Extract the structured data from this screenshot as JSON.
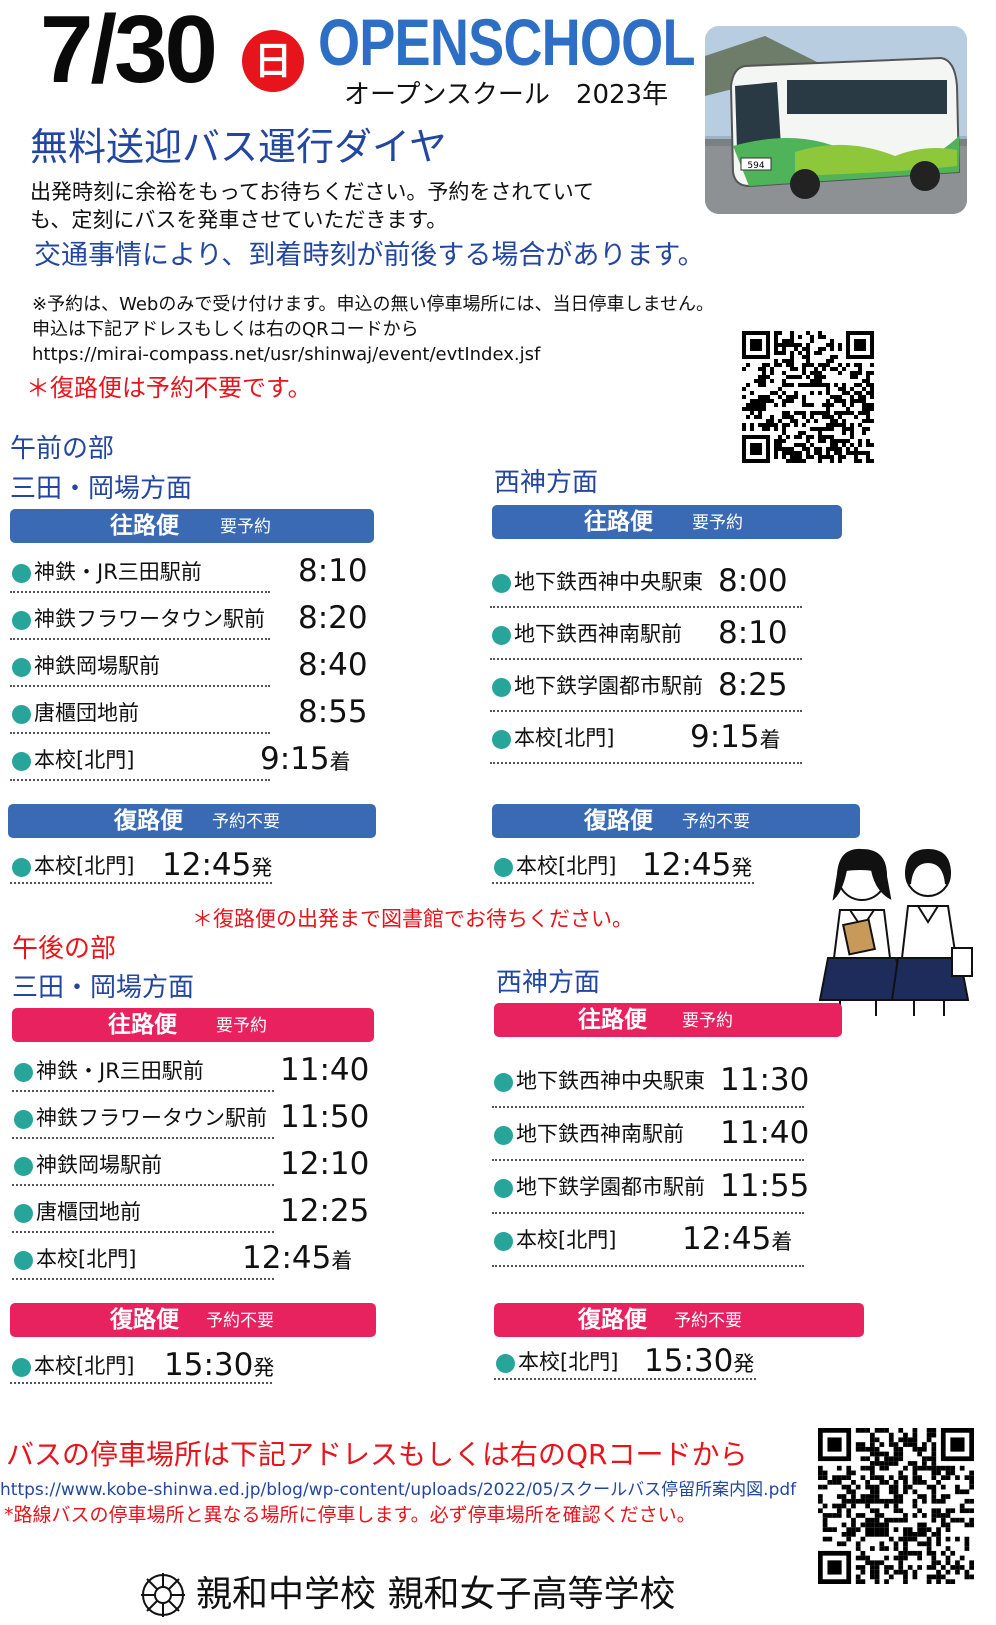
{
  "header": {
    "date": "7/30",
    "day": "日",
    "title": "OPENSCHOOL",
    "title_sub": "オープンスクール　2023年",
    "subtitle": "無料送迎バス運行ダイヤ",
    "desc": "出発時刻に余裕をもってお待ちください。予約をされていても、定刻にバスを発車させていただきます。",
    "notice": "交通事情により、到着時刻が前後する場合があります。",
    "small_1": "※予約は、Webのみで受け付けます。申込の無い停車場所には、当日停車しません。",
    "small_2": "申込は下記アドレスもしくは右のQRコードから",
    "url": "https://mirai-compass.net/usr/shinwaj/event/evtIndex.jsf",
    "return_note": "＊復路便は予約不要です。",
    "bus_plate": "594"
  },
  "colors": {
    "blue": "#3a6ab3",
    "pink": "#e8225e",
    "red": "#e8141c",
    "navy": "#2346a0",
    "teal": "#27a59a"
  },
  "am": {
    "label": "午前の部",
    "sanda": {
      "label": "三田・岡場方面",
      "out_title": "往路便",
      "out_sub": "要予約",
      "stops": [
        {
          "name": "神鉄・JR三田駅前",
          "time": "8:10",
          "suffix": ""
        },
        {
          "name": "神鉄フラワータウン駅前",
          "time": "8:20",
          "suffix": ""
        },
        {
          "name": "神鉄岡場駅前",
          "time": "8:40",
          "suffix": ""
        },
        {
          "name": "唐櫃団地前",
          "time": "8:55",
          "suffix": ""
        },
        {
          "name": "本校[北門]",
          "time": "9:15",
          "suffix": "着"
        }
      ],
      "ret_title": "復路便",
      "ret_sub": "予約不要",
      "ret": {
        "name": "本校[北門]",
        "time": "12:45",
        "suffix": "発"
      }
    },
    "seishin": {
      "label": "西神方面",
      "out_title": "往路便",
      "out_sub": "要予約",
      "stops": [
        {
          "name": "地下鉄西神中央駅東",
          "time": "8:00",
          "suffix": ""
        },
        {
          "name": "地下鉄西神南駅前",
          "time": "8:10",
          "suffix": ""
        },
        {
          "name": "地下鉄学園都市駅前",
          "time": "8:25",
          "suffix": ""
        },
        {
          "name": "本校[北門]",
          "time": "9:15",
          "suffix": "着"
        }
      ],
      "ret_title": "復路便",
      "ret_sub": "予約不要",
      "ret": {
        "name": "本校[北門]",
        "time": "12:45",
        "suffix": "発"
      }
    },
    "library_note": "＊復路便の出発まで図書館でお待ちください。"
  },
  "pm": {
    "label": "午後の部",
    "sanda": {
      "label": "三田・岡場方面",
      "out_title": "往路便",
      "out_sub": "要予約",
      "stops": [
        {
          "name": "神鉄・JR三田駅前",
          "time": "11:40",
          "suffix": ""
        },
        {
          "name": "神鉄フラワータウン駅前",
          "time": "11:50",
          "suffix": ""
        },
        {
          "name": "神鉄岡場駅前",
          "time": "12:10",
          "suffix": ""
        },
        {
          "name": "唐櫃団地前",
          "time": "12:25",
          "suffix": ""
        },
        {
          "name": "本校[北門]",
          "time": "12:45",
          "suffix": "着"
        }
      ],
      "ret_title": "復路便",
      "ret_sub": "予約不要",
      "ret": {
        "name": "本校[北門]",
        "time": "15:30",
        "suffix": "発"
      }
    },
    "seishin": {
      "label": "西神方面",
      "out_title": "往路便",
      "out_sub": "要予約",
      "stops": [
        {
          "name": "地下鉄西神中央駅東",
          "time": "11:30",
          "suffix": ""
        },
        {
          "name": "地下鉄西神南駅前",
          "time": "11:40",
          "suffix": ""
        },
        {
          "name": "地下鉄学園都市駅前",
          "time": "11:55",
          "suffix": ""
        },
        {
          "name": "本校[北門]",
          "time": "12:45",
          "suffix": "着"
        }
      ],
      "ret_title": "復路便",
      "ret_sub": "予約不要",
      "ret": {
        "name": "本校[北門]",
        "time": "15:30",
        "suffix": "発"
      }
    }
  },
  "bottom": {
    "stops_note": "バスの停車場所は下記アドレスもしくは右のQRコードから",
    "stops_url": "https://www.kobe-shinwa.ed.jp/blog/wp-content/uploads/2022/05/スクールバス停留所案内図.pdf",
    "warning": "*路線バスの停車場所と異なる場所に停車します。必ず停車場所を確認ください。",
    "school": "親和中学校 親和女子高等学校"
  }
}
